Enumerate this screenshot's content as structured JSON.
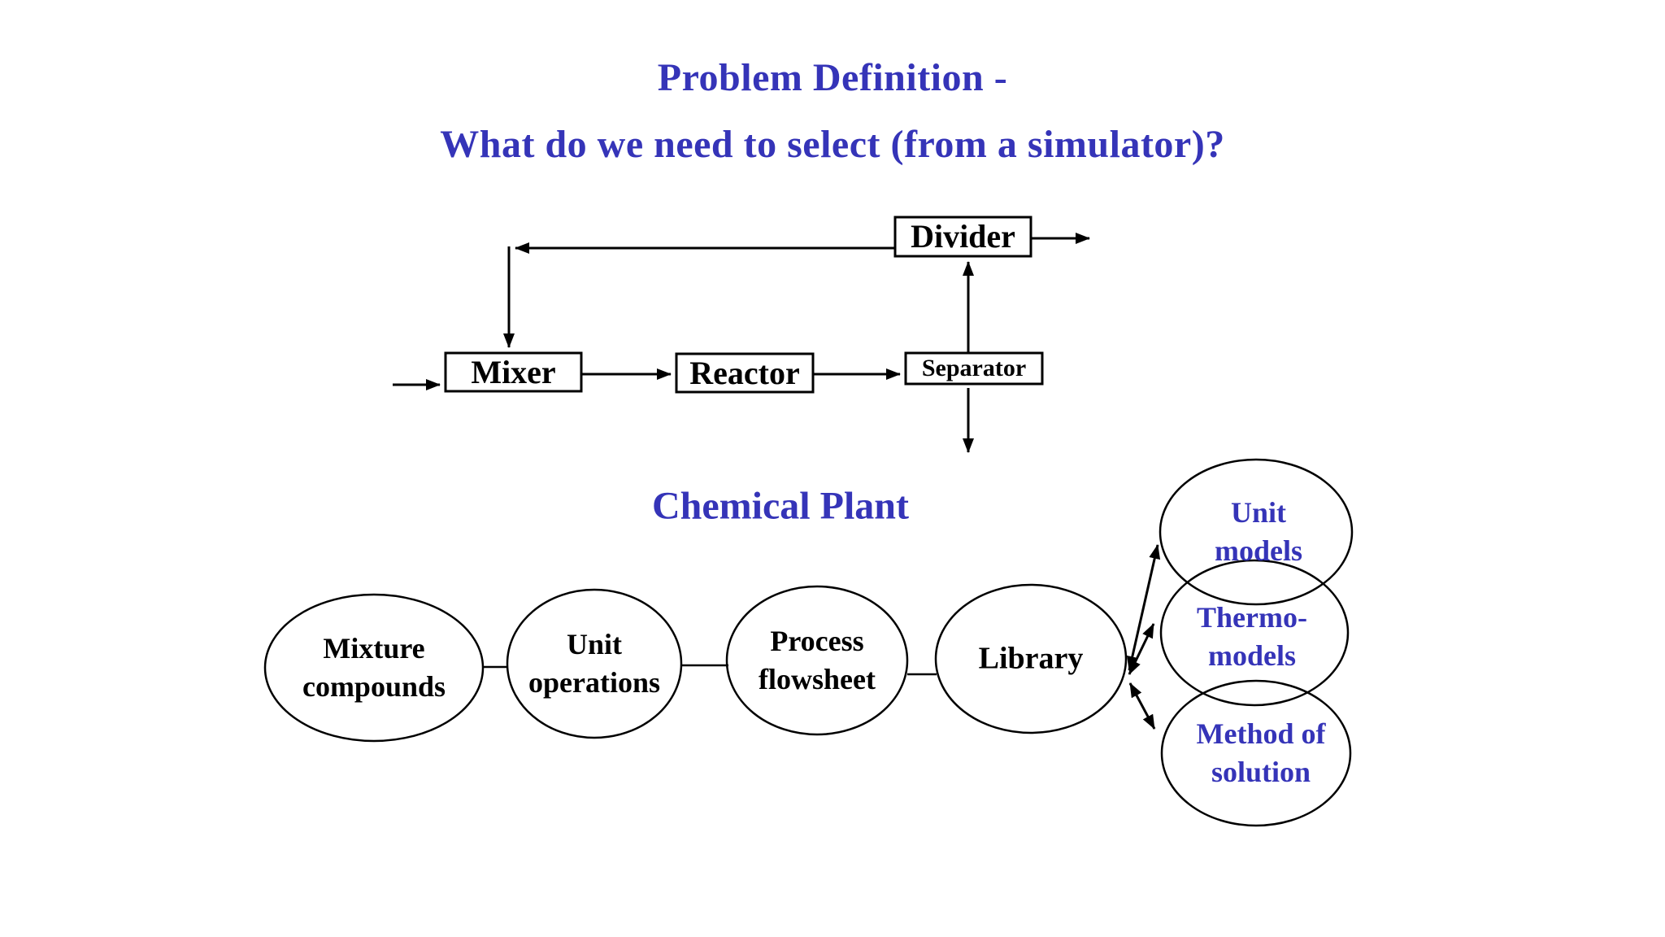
{
  "colors": {
    "accent_blue": "#3534b8",
    "diagram_black": "#000000",
    "background": "#ffffff"
  },
  "header": {
    "title": "Problem Definition -",
    "subtitle": "What do we need to select (from a simulator)?"
  },
  "flowsheet": {
    "caption": "Chemical Plant",
    "boxes": {
      "mixer": {
        "label": "Mixer"
      },
      "reactor": {
        "label": "Reactor"
      },
      "separator": {
        "label": "Separator"
      },
      "divider": {
        "label": "Divider"
      }
    }
  },
  "selection_chain": {
    "ellipses": {
      "mixture_compounds": {
        "line1": "Mixture",
        "line2": "compounds"
      },
      "unit_operations": {
        "line1": "Unit",
        "line2": "operations"
      },
      "process_flowsheet": {
        "line1": "Process",
        "line2": "flowsheet"
      },
      "library": {
        "line1": "Library"
      },
      "unit_models": {
        "line1": "Unit",
        "line2": "models"
      },
      "thermo_models": {
        "line1": "Thermo-",
        "line2": "models"
      },
      "method_of_solution": {
        "line1": "Method of",
        "line2": "solution"
      }
    }
  }
}
